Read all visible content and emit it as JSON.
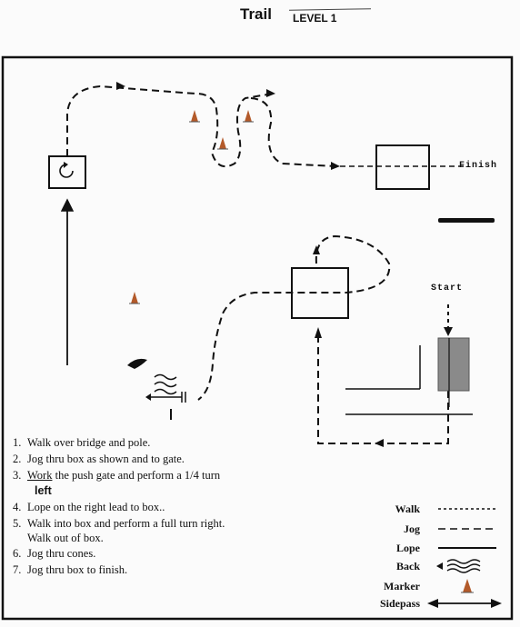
{
  "header": {
    "title": "Trail",
    "level": "LEVEL 1"
  },
  "map": {
    "start_label": "Start",
    "finish_label": "Finish"
  },
  "steps": [
    {
      "num": "1.",
      "text": "Walk over bridge and pole."
    },
    {
      "num": "2.",
      "text": "Jog thru box as shown and to gate."
    },
    {
      "num": "3.",
      "text_underlined": "Work",
      "text": " the push gate and perform a 1/4 turn",
      "continuation": "left"
    },
    {
      "num": "4.",
      "text": "Lope on the right lead to box.."
    },
    {
      "num": "5.",
      "text": "Walk into box and perform a full turn right.",
      "continuation": "Walk out of  box."
    },
    {
      "num": "6.",
      "text": "Jog thru cones."
    },
    {
      "num": "7.",
      "text": "Jog thru box to finish."
    }
  ],
  "legend": {
    "walk": "Walk",
    "jog": "Jog",
    "lope": "Lope",
    "back": "Back",
    "marker": "Marker",
    "sidepass": "Sidepass"
  }
}
